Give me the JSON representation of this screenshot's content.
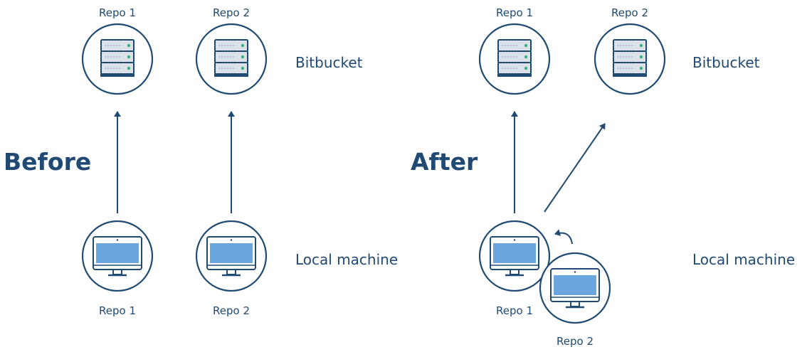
{
  "before": {
    "title": "Before",
    "remote_label": "Bitbucket",
    "local_label": "Local machine",
    "remote_repos": [
      "Repo 1",
      "Repo 2"
    ],
    "local_repos": [
      "Repo 1",
      "Repo 2"
    ]
  },
  "after": {
    "title": "After",
    "remote_label": "Bitbucket",
    "local_label": "Local machine",
    "remote_repos": [
      "Repo 1",
      "Repo 2"
    ],
    "local_repos": [
      "Repo 1",
      "Repo 2"
    ]
  },
  "icons": {
    "remote": "server-icon",
    "local": "monitor-icon"
  },
  "colors": {
    "outline": "#1f4a72",
    "text": "#204a73",
    "server_face": "#dbe1e8",
    "server_led": "#36b37e",
    "screen": "#6aa5dd"
  }
}
